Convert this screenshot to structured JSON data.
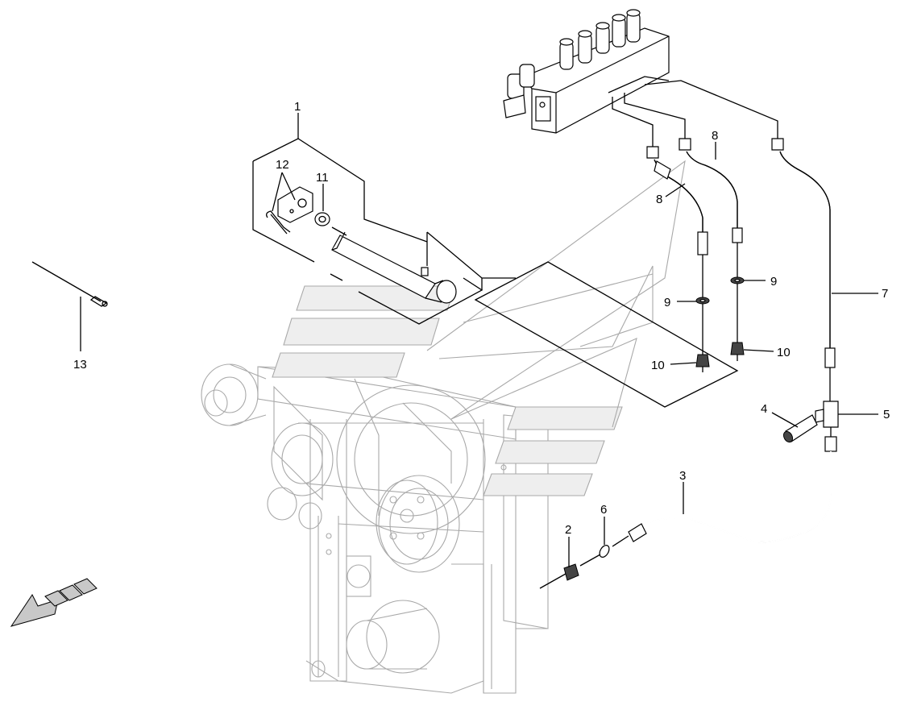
{
  "callouts": {
    "c1": "1",
    "c2": "2",
    "c3": "3",
    "c4": "4",
    "c5": "5",
    "c6": "6",
    "c7": "7",
    "c8a": "8",
    "c8b": "8",
    "c9a": "9",
    "c9b": "9",
    "c10a": "10",
    "c10b": "10",
    "c11": "11",
    "c12": "12",
    "c13": "13"
  },
  "colors": {
    "ink": "#000000",
    "ghost": "#a9a9a9",
    "background": "#ffffff"
  }
}
